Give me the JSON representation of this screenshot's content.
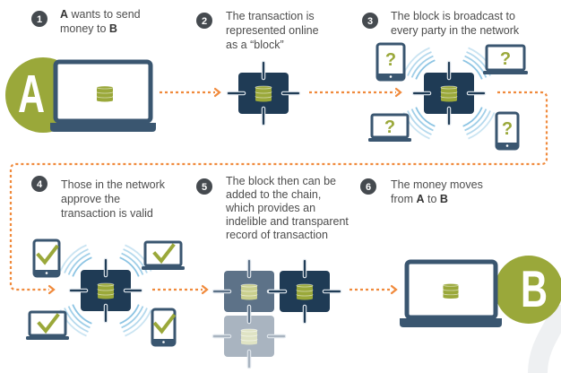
{
  "colors": {
    "navy": "#1f3b55",
    "olive": "#9aa83a",
    "orange": "#f08a3c",
    "wave": "#8cc4e3",
    "step_badge": "#454a4f",
    "block_mid": "#5d7288",
    "block_light": "#a9b4c0"
  },
  "parties": {
    "sender": "A",
    "receiver": "B"
  },
  "steps": [
    {
      "number": "1",
      "lines": [
        [
          "A",
          " wants to send"
        ],
        [
          "money to ",
          "B"
        ]
      ]
    },
    {
      "number": "2",
      "lines": [
        "The transaction is",
        "represented online",
        "as a “block”"
      ]
    },
    {
      "number": "3",
      "lines": [
        "The block is broadcast to",
        "every party in the network"
      ]
    },
    {
      "number": "4",
      "lines": [
        "Those in the network",
        "approve the",
        "transaction is valid"
      ]
    },
    {
      "number": "5",
      "lines": [
        "The block then can be",
        "added to the chain,",
        "which provides an",
        "indelible and transparent",
        "record of transaction"
      ]
    },
    {
      "number": "6",
      "lines": [
        [
          "The money moves"
        ],
        [
          "from ",
          "A",
          " to ",
          "B"
        ]
      ]
    }
  ],
  "icons": {
    "coin": "coin-stack-icon",
    "pending": "question-mark-icon",
    "approved": "check-mark-icon",
    "block": "block-icon",
    "signal": "wifi-waves-icon"
  },
  "device_marks": {
    "pending": "?"
  }
}
